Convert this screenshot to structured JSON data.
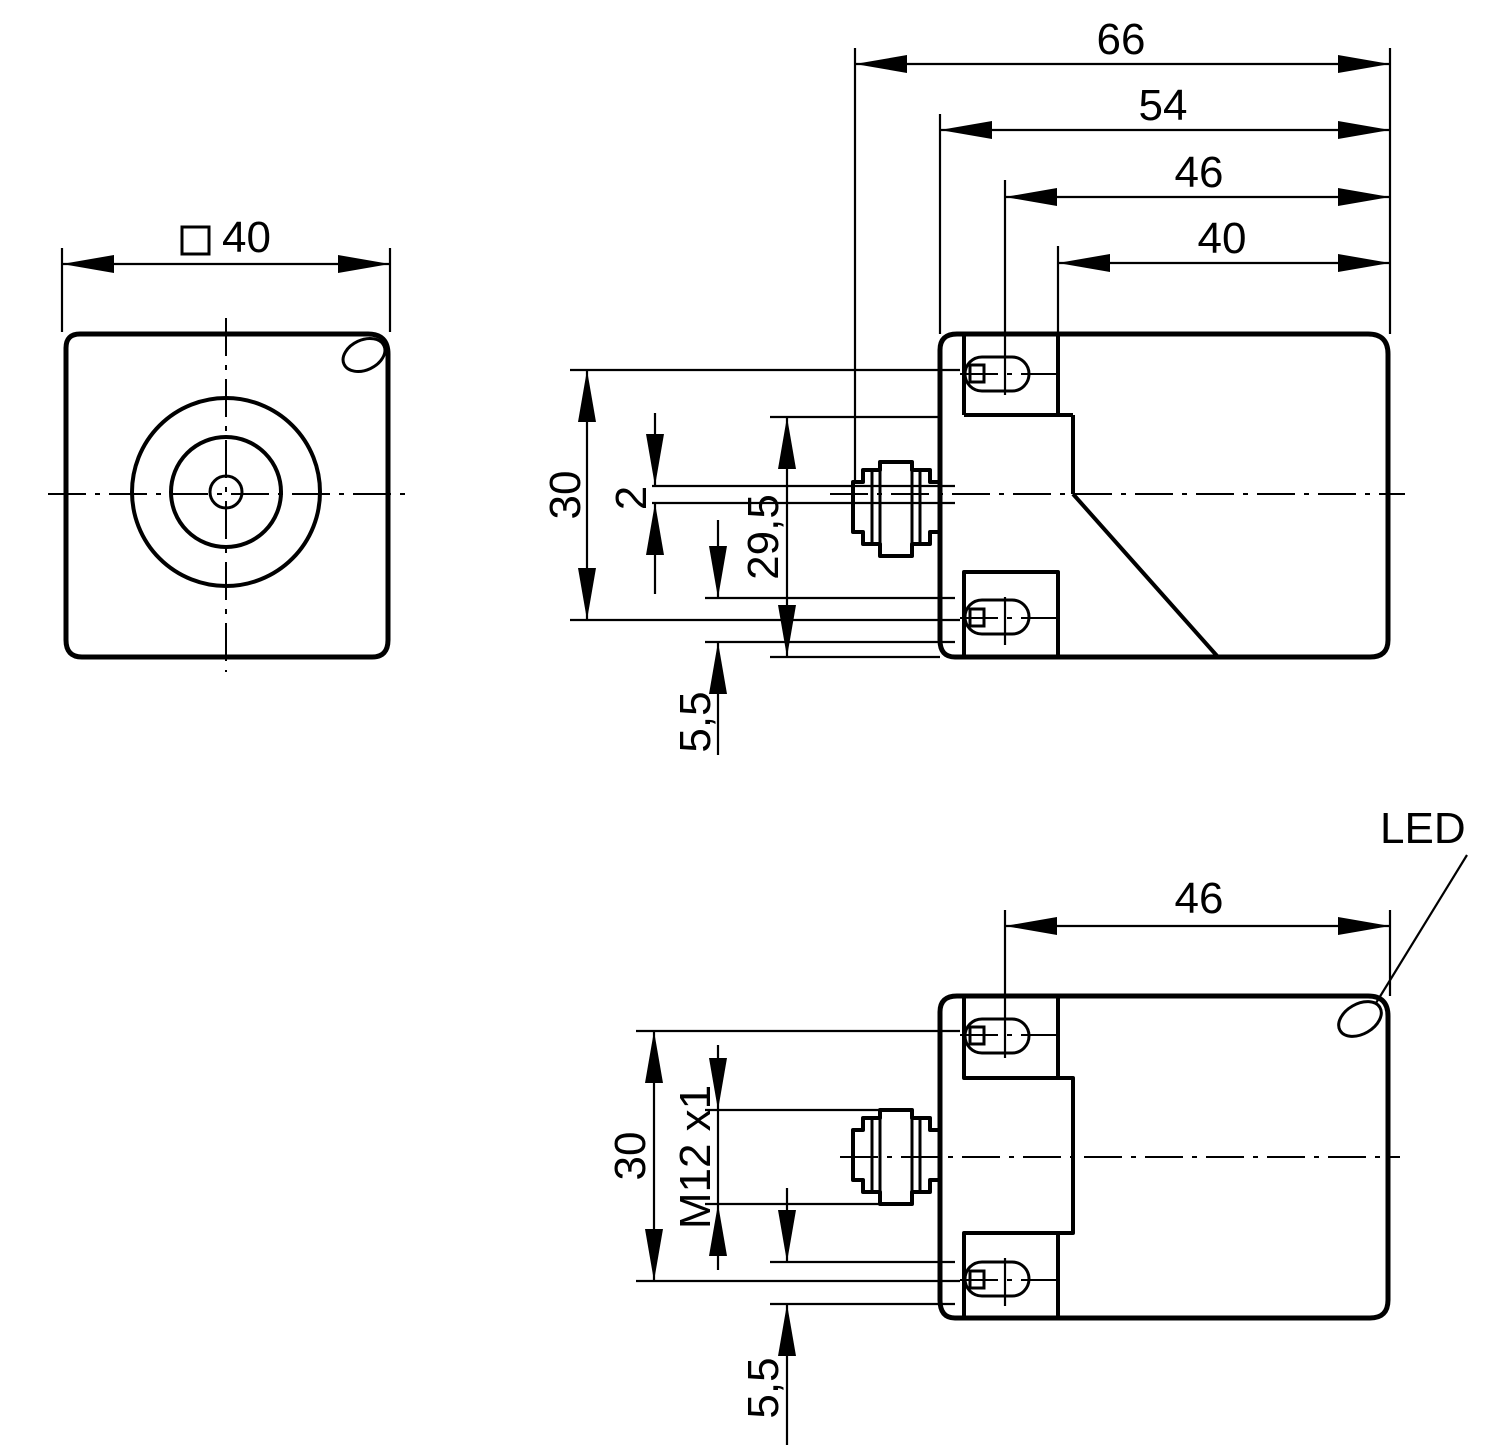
{
  "labels": {
    "front_square": "40",
    "side_66": "66",
    "side_54": "54",
    "side_46": "46",
    "side_40": "40",
    "side_30": "30",
    "side_2": "2",
    "side_29_5": "29,5",
    "side_5_5": "5,5",
    "bottom_46": "46",
    "bottom_30": "30",
    "bottom_m12": "M12 x1",
    "bottom_5_5": "5,5",
    "led": "LED"
  }
}
